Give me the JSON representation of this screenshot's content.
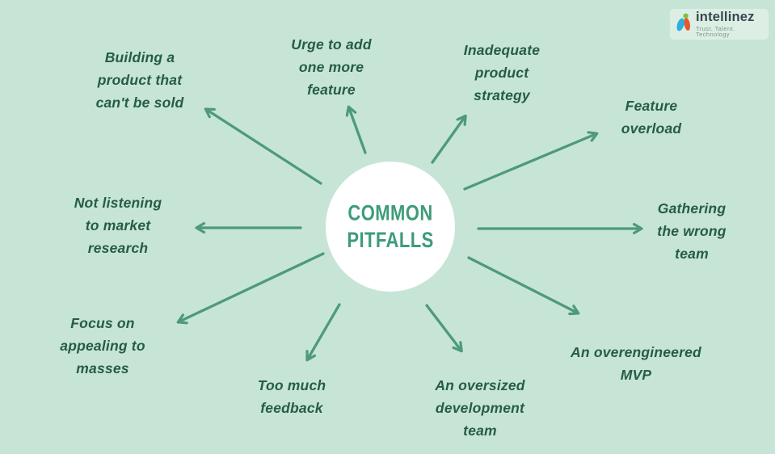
{
  "title": {
    "text": "COMMON\nPITFALLS"
  },
  "pitfalls": [
    {
      "id": "building-product",
      "label": "Building a\nproduct that\ncan't be sold"
    },
    {
      "id": "urge-one-more-feature",
      "label": "Urge to add\none more\nfeature"
    },
    {
      "id": "inadequate-strategy",
      "label": "Inadequate\nproduct\nstrategy"
    },
    {
      "id": "feature-overload",
      "label": "Feature\noverload"
    },
    {
      "id": "gathering-wrong-team",
      "label": "Gathering\nthe wrong\nteam"
    },
    {
      "id": "overengineered-mvp",
      "label": "An overengineered\nMVP"
    },
    {
      "id": "oversized-dev-team",
      "label": "An oversized\ndevelopment\nteam"
    },
    {
      "id": "too-much-feedback",
      "label": "Too much\nfeedback"
    },
    {
      "id": "focus-appealing-masses",
      "label": "Focus on\nappealing to\nmasses"
    },
    {
      "id": "not-listening-research",
      "label": "Not listening\nto market\nresearch"
    }
  ],
  "logo": {
    "name": "intellinez",
    "tagline": "Trust. Talent. Technology"
  },
  "colors": {
    "background": "#c6e5d6",
    "arrow": "#4e9a79",
    "label_text": "#265c47",
    "title_text": "#3d9c78",
    "circle": "#ffffff",
    "logo_box": "#ddefe5",
    "logo_blue": "#2bb0e2",
    "logo_green": "#7cc142",
    "logo_orange": "#e2592b"
  }
}
